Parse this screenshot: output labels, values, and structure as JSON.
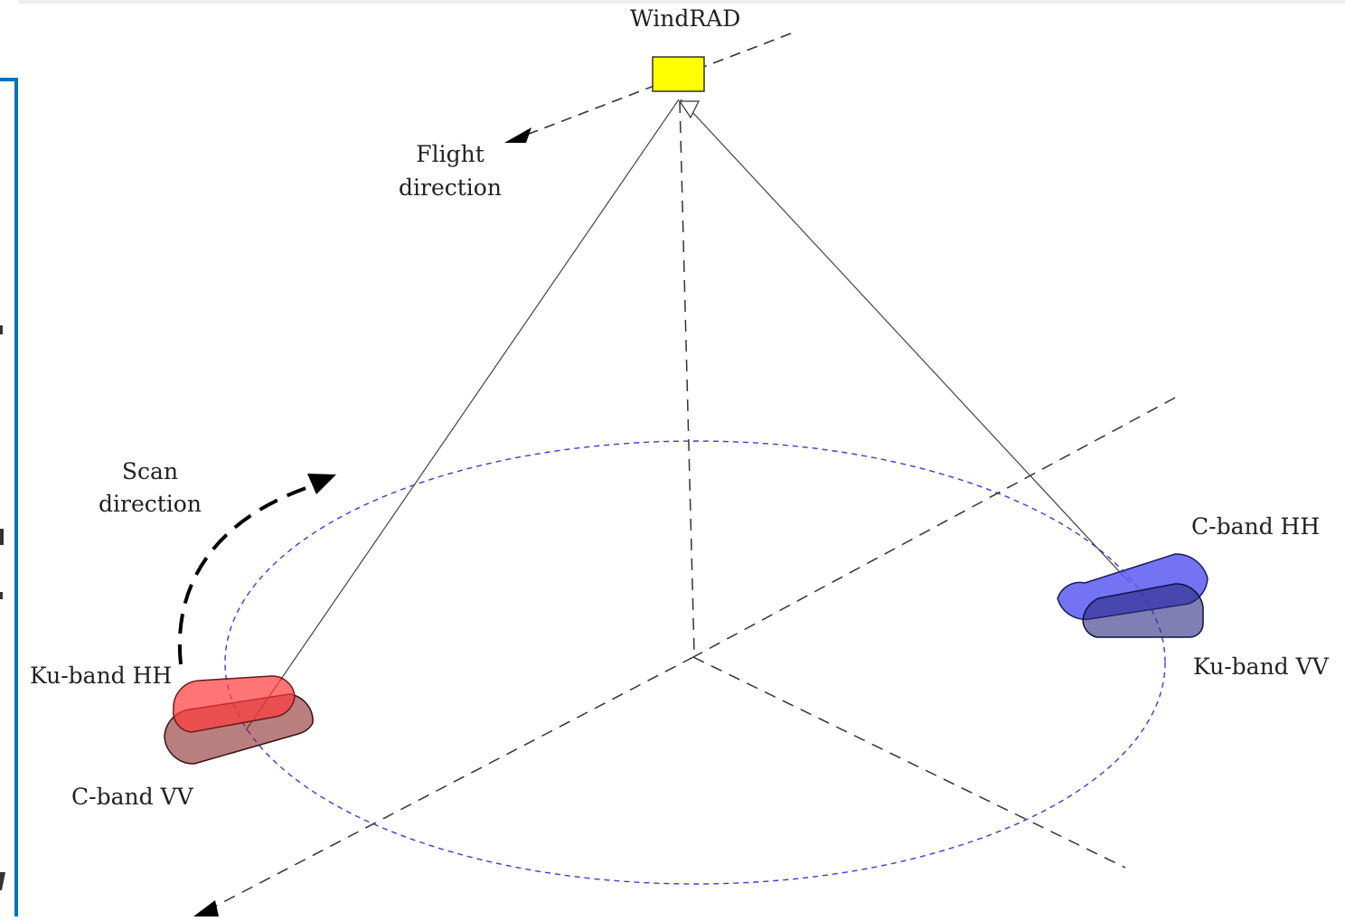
{
  "title": "WindRAD",
  "labels": {
    "flight_line1": "Flight",
    "flight_line2": "direction",
    "scan_line1": "Scan",
    "scan_line2": "direction",
    "ku_hh": "Ku-band HH",
    "c_vv": "C-band VV",
    "c_hh": "C-band HH",
    "ku_vv": "Ku-band VV"
  },
  "colors": {
    "instrument": "#ffff00",
    "scan_circle": "#3b3bd6",
    "red_beam_light": "#ff6b6b",
    "red_beam_dark": "#8b2a2a",
    "blue_beam_light": "#6a6af5",
    "blue_beam_dark": "#2a2a80",
    "frame_border": "#0070c0"
  }
}
